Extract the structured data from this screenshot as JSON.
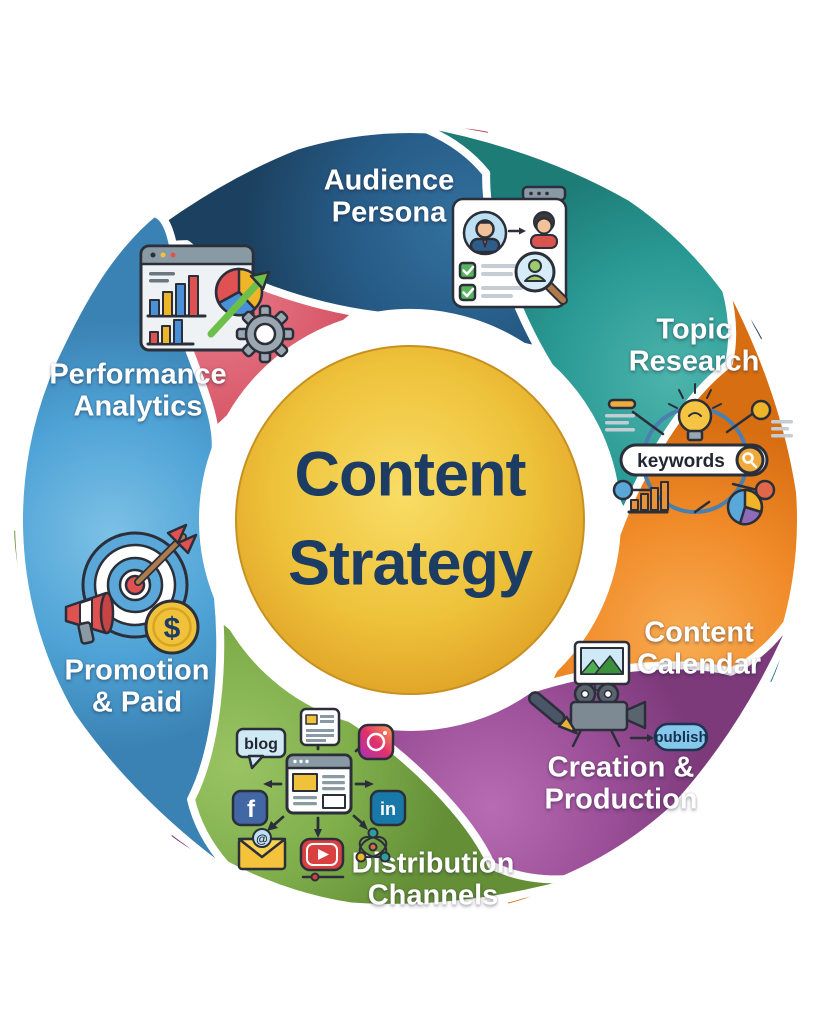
{
  "diagram_title": "Content Strategy",
  "center": {
    "line1": "Content",
    "line2": "Strategy",
    "text_color": "#1d3c64",
    "circle": {
      "light": "#f9dd66",
      "mid": "#eec23a",
      "dark": "#dfa126",
      "rim": "#c89020"
    }
  },
  "segments": [
    {
      "id": "audience-persona",
      "line1": "Audience",
      "line2": "Persona",
      "color": "#265a85",
      "color_light": "#33719e",
      "color_dark": "#1c4160",
      "angle": 5,
      "icon": "persona-card-icon"
    },
    {
      "id": "topic-research",
      "line1": "Topic",
      "line2": "Research",
      "color": "#2a9a94",
      "color_light": "#4cb4ac",
      "color_dark": "#1e7c77",
      "angle": 56.4,
      "icon": "keyword-research-icon"
    },
    {
      "id": "content-calendar",
      "line1": "Content",
      "line2": "Calendar",
      "color": "#f08a28",
      "color_light": "#f8ac52",
      "color_dark": "#d86e12",
      "angle": 107.9,
      "icon": ""
    },
    {
      "id": "creation-production",
      "line1": "Creation &",
      "line2": "Production",
      "color": "#9b4f98",
      "color_light": "#b76cb2",
      "color_dark": "#7c3a7a",
      "angle": 159.3,
      "icon": "production-tools-icon"
    },
    {
      "id": "distribution-channels",
      "line1": "Distribution",
      "line2": "Channels",
      "color": "#7fae4b",
      "color_light": "#9ac464",
      "color_dark": "#648f37",
      "angle": 210.7,
      "icon": "channel-network-icon"
    },
    {
      "id": "promotion-paid",
      "line1": "Promotion",
      "line2": "& Paid",
      "color": "#4fa3d6",
      "color_light": "#7cc1e6",
      "color_dark": "#3a82b3",
      "angle": 262.1,
      "icon": "target-megaphone-icon"
    },
    {
      "id": "performance-analytics",
      "line1": "Performance",
      "line2": "Analytics",
      "color": "#d95a6b",
      "color_light": "#e87f8d",
      "color_dark": "#b43b50",
      "angle": 313.6,
      "icon": "analytics-dashboard-icon"
    }
  ],
  "icon_labels": {
    "keywords": "keywords",
    "publish": "publish",
    "blog": "blog",
    "facebook": "f",
    "linkedin": "in",
    "dollar": "$",
    "at": "@"
  }
}
